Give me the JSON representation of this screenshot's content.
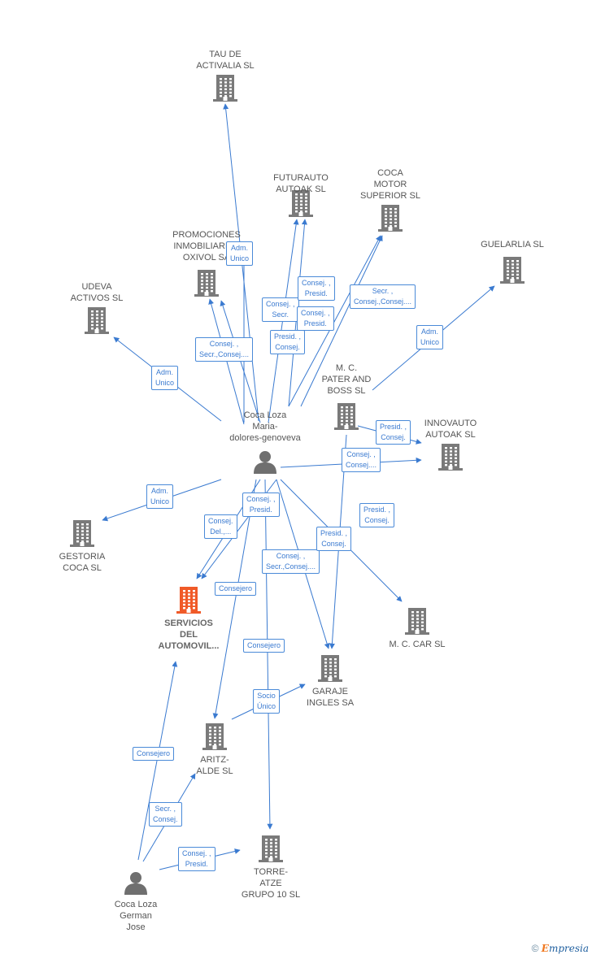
{
  "colors": {
    "edge": "#3a7ad0",
    "building": "#7a7a7a",
    "building_highlight": "#f05a28",
    "person": "#6f6f6f",
    "label_text": "#555555"
  },
  "nodes": [
    {
      "id": "tau",
      "type": "company",
      "label": "TAU DE\nACTIVALIA SL",
      "icon": "building-icon"
    },
    {
      "id": "futurauto",
      "type": "company",
      "label": "FUTURAUTO\nAUTOAK SL",
      "icon": "building-icon"
    },
    {
      "id": "cocamotor",
      "type": "company",
      "label": "COCA\nMOTOR\nSUPERIOR SL",
      "icon": "building-icon"
    },
    {
      "id": "promociones",
      "type": "company",
      "label": "PROMOCIONES\nINMOBILIARIAS\nOXIVOL SA",
      "icon": "building-icon"
    },
    {
      "id": "guelarlia",
      "type": "company",
      "label": "GUELARLIA SL",
      "icon": "building-icon"
    },
    {
      "id": "udeva",
      "type": "company",
      "label": "UDEVA\nACTIVOS SL",
      "icon": "building-icon"
    },
    {
      "id": "pater",
      "type": "company",
      "label": "M. C.\nPATER AND\nBOSS SL",
      "icon": "building-icon"
    },
    {
      "id": "innovauto",
      "type": "company",
      "label": "INNOVAUTO\nAUTOAK SL",
      "icon": "building-icon"
    },
    {
      "id": "maria",
      "type": "person",
      "label": "Coca Loza\nMaria-\ndolores-genoveva",
      "icon": "person-icon"
    },
    {
      "id": "gestoria",
      "type": "company",
      "label": "GESTORIA\nCOCA SL",
      "icon": "building-icon"
    },
    {
      "id": "servicios",
      "type": "company",
      "label": "SERVICIOS\nDEL\nAUTOMOVIL...",
      "icon": "building-icon",
      "highlight": true
    },
    {
      "id": "mccar",
      "type": "company",
      "label": "M. C. CAR SL",
      "icon": "building-icon"
    },
    {
      "id": "garaje",
      "type": "company",
      "label": "GARAJE\nINGLES SA",
      "icon": "building-icon"
    },
    {
      "id": "aritz",
      "type": "company",
      "label": "ARITZ-\nALDE SL",
      "icon": "building-icon"
    },
    {
      "id": "torre",
      "type": "company",
      "label": "TORRE-\nATZE\nGRUPO 10 SL",
      "icon": "building-icon"
    },
    {
      "id": "german",
      "type": "person",
      "label": "Coca Loza\nGerman\nJose",
      "icon": "person-icon"
    }
  ],
  "edges": [
    {
      "from": "maria",
      "to": "tau",
      "label": ""
    },
    {
      "from": "maria",
      "to": "promociones",
      "label": "Adm.\nUnico"
    },
    {
      "from": "maria",
      "to": "promociones",
      "label": "Consej. ,\nSecr.,Consej...."
    },
    {
      "from": "maria",
      "to": "promociones",
      "label": "Presid. ,\nConsej."
    },
    {
      "from": "maria",
      "to": "futurauto",
      "label": "Consej. ,\nSecr."
    },
    {
      "from": "maria",
      "to": "futurauto",
      "label": "Consej. ,\nPresid."
    },
    {
      "from": "maria",
      "to": "cocamotor",
      "label": "Consej. ,\nPresid."
    },
    {
      "from": "maria",
      "to": "cocamotor",
      "label": "Secr. ,\nConsej.,Consej...."
    },
    {
      "from": "maria",
      "to": "udeva",
      "label": "Adm.\nUnico"
    },
    {
      "from": "pater",
      "to": "guelarlia",
      "label": "Adm.\nUnico"
    },
    {
      "from": "maria",
      "to": "innovauto",
      "label": "Presid. ,\nConsej."
    },
    {
      "from": "maria",
      "to": "innovauto",
      "label": "Consej. ,\nConsej...."
    },
    {
      "from": "maria",
      "to": "gestoria",
      "label": "Adm.\nUnico"
    },
    {
      "from": "maria",
      "to": "servicios",
      "label": "Consej. ,\nPresid."
    },
    {
      "from": "maria",
      "to": "servicios",
      "label": "Consej.\nDel.,..."
    },
    {
      "from": "maria",
      "to": "mccar",
      "label": "Presid. ,\nConsej."
    },
    {
      "from": "maria",
      "to": "garaje",
      "label": "Consej. ,\nSecr.,Consej...."
    },
    {
      "from": "maria",
      "to": "garaje",
      "label": "Presid. ,\nConsej."
    },
    {
      "from": "maria",
      "to": "aritz",
      "label": "Consejero"
    },
    {
      "from": "maria",
      "to": "torre",
      "label": "Consejero"
    },
    {
      "from": "aritz",
      "to": "garaje",
      "label": "Socio\nÚnico"
    },
    {
      "from": "german",
      "to": "servicios",
      "label": "Consejero"
    },
    {
      "from": "german",
      "to": "aritz",
      "label": "Secr. ,\nConsej."
    },
    {
      "from": "german",
      "to": "torre",
      "label": "Consej. ,\nPresid."
    }
  ],
  "credit": {
    "symbol": "©",
    "brand_initial": "E",
    "brand_rest": "mpresia"
  }
}
